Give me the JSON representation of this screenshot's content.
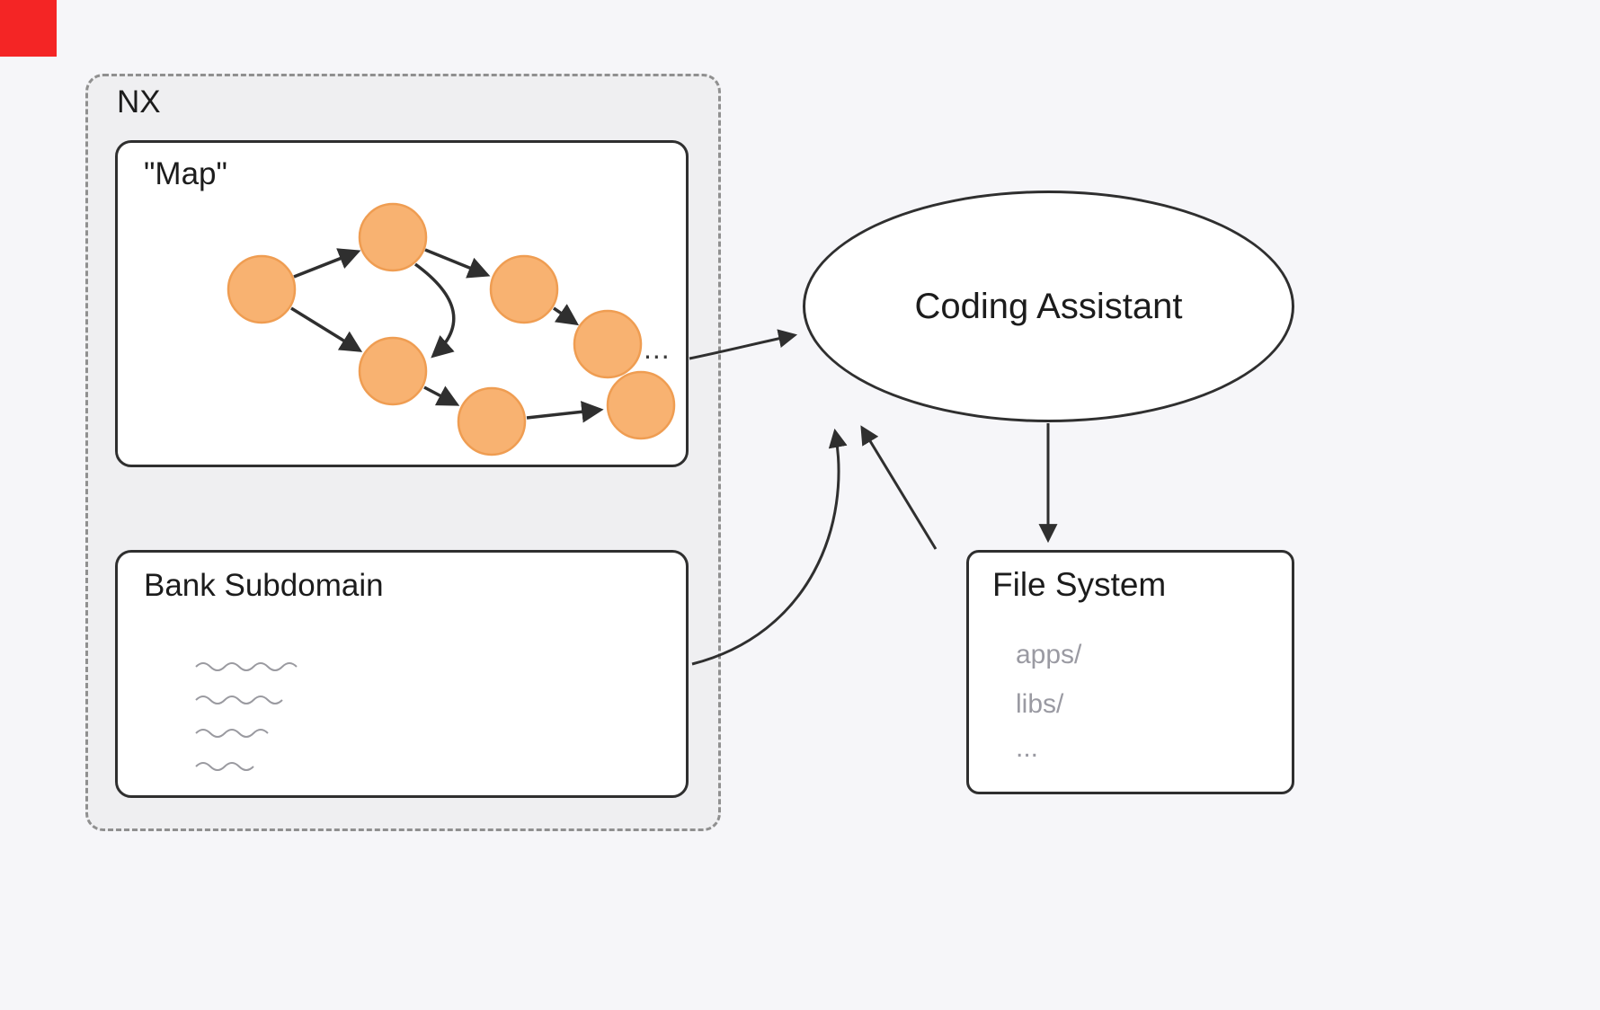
{
  "colors": {
    "background": "#f6f6f9",
    "recording_indicator": "#f42525",
    "group_fill": "#efeff1",
    "group_border": "#909090",
    "box_border": "#2f2f2f",
    "node_fill": "#f8b271",
    "node_stroke": "#ef9d52",
    "line": "#2f2f2f",
    "muted_text": "#9a9aa2"
  },
  "nx_group": {
    "label": "NX",
    "map_box": {
      "label": "\"Map\"",
      "ellipsis": "..."
    },
    "bank_box": {
      "label": "Bank Subdomain"
    }
  },
  "coding_assistant": {
    "label": "Coding Assistant"
  },
  "file_system": {
    "label": "File System",
    "entries": [
      "apps/",
      "libs/",
      "..."
    ]
  }
}
